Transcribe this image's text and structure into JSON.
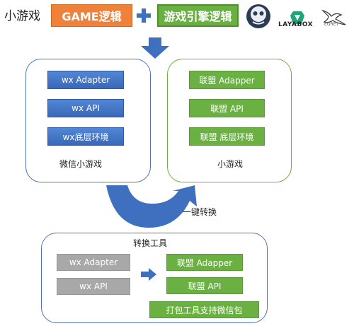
{
  "header": {
    "title": "小游戏",
    "game_logic": "GAME逻辑",
    "engine_logic": "游戏引擎逻辑",
    "logos": {
      "cocos_icon": "cocos-logo",
      "laya_icon": "laya-logo",
      "laya_text": "LAYABOX",
      "egret_icon": "egret-logo",
      "egret_text": "EGRET"
    }
  },
  "wechat_panel": {
    "items": [
      "wx Adapter",
      "wx API",
      "wx底层环境"
    ],
    "caption": "微信小游戏"
  },
  "mini_panel": {
    "items": [
      "联盟 Adapper",
      "联盟 API",
      "联盟 底层环境"
    ],
    "caption": "小游戏"
  },
  "convert_label": "一键转换",
  "tool_panel": {
    "title": "转换工具",
    "left_items": [
      "wx Adapter",
      "wx API"
    ],
    "right_items": [
      "联盟 Adapper",
      "联盟 API"
    ],
    "package_label": "打包工具支持微信包"
  },
  "colors": {
    "orange": "#f0813a",
    "green": "#6bb043",
    "blue": "#3f6fbf",
    "gray": "#a8a8a8"
  }
}
